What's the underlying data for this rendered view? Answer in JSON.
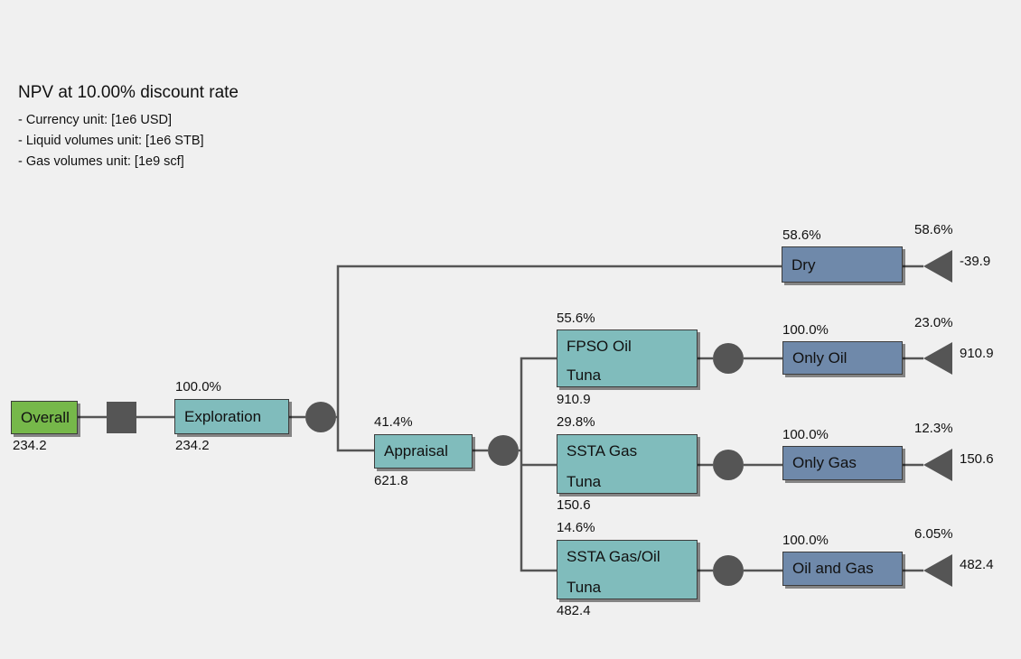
{
  "header": {
    "title": "NPV at 10.00% discount rate",
    "lines": [
      "- Currency unit: [1e6 USD]",
      "- Liquid volumes unit: [1e6 STB]",
      "- Gas volumes unit: [1e9 scf]"
    ]
  },
  "colors": {
    "root": "#76b84a",
    "decision": "#80bcbc",
    "outcome": "#6f89aa",
    "connector": "#555555",
    "node_shape": "#555555"
  },
  "nodes": {
    "overall": {
      "label": "Overall",
      "value": "234.2"
    },
    "exploration": {
      "label": "Exploration",
      "probability": "100.0%",
      "value": "234.2"
    },
    "appraisal": {
      "label": "Appraisal",
      "probability": "41.4%",
      "value": "621.8"
    },
    "dry": {
      "label": "Dry",
      "probability": "58.6%",
      "end_probability": "58.6%",
      "end_value": "-39.9"
    },
    "fpso_oil": {
      "label": "FPSO Oil",
      "sublabel": "Tuna",
      "probability": "55.6%",
      "value": "910.9"
    },
    "ssta_gas": {
      "label": "SSTA Gas",
      "sublabel": "Tuna",
      "probability": "29.8%",
      "value": "150.6"
    },
    "ssta_gas_oil": {
      "label": "SSTA Gas/Oil",
      "sublabel": "Tuna",
      "probability": "14.6%",
      "value": "482.4"
    },
    "only_oil": {
      "label": "Only Oil",
      "probability": "100.0%",
      "end_probability": "23.0%",
      "end_value": "910.9"
    },
    "only_gas": {
      "label": "Only Gas",
      "probability": "100.0%",
      "end_probability": "12.3%",
      "end_value": "150.6"
    },
    "oil_and_gas": {
      "label": "Oil and Gas",
      "probability": "100.0%",
      "end_probability": "6.05%",
      "end_value": "482.4"
    }
  }
}
